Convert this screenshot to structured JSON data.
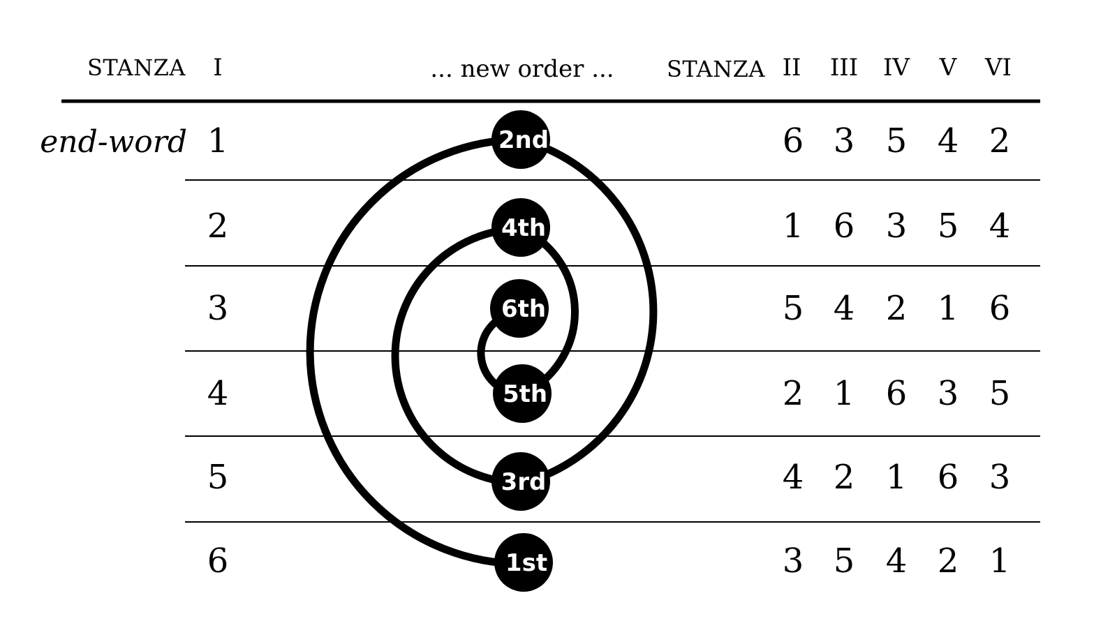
{
  "header": {
    "stanza_left": "STANZA",
    "stanza_first": "I",
    "middle": "... new order ...",
    "stanza_right": "STANZA",
    "stanzas": [
      "II",
      "III",
      "IV",
      "V",
      "VI"
    ]
  },
  "row_label": "end-word",
  "rows": [
    {
      "endword": "1",
      "order": [
        "6",
        "3",
        "5",
        "4",
        "2"
      ]
    },
    {
      "endword": "2",
      "order": [
        "1",
        "6",
        "3",
        "5",
        "4"
      ]
    },
    {
      "endword": "3",
      "order": [
        "5",
        "4",
        "2",
        "1",
        "6"
      ]
    },
    {
      "endword": "4",
      "order": [
        "2",
        "1",
        "6",
        "3",
        "5"
      ]
    },
    {
      "endword": "5",
      "order": [
        "4",
        "2",
        "1",
        "6",
        "3"
      ]
    },
    {
      "endword": "6",
      "order": [
        "3",
        "5",
        "4",
        "2",
        "1"
      ]
    }
  ],
  "nodes": [
    "2nd",
    "4th",
    "6th",
    "5th",
    "3rd",
    "1st"
  ],
  "colors": {
    "ink": "#000000",
    "node_text": "#ffffff",
    "background": "#ffffff"
  }
}
